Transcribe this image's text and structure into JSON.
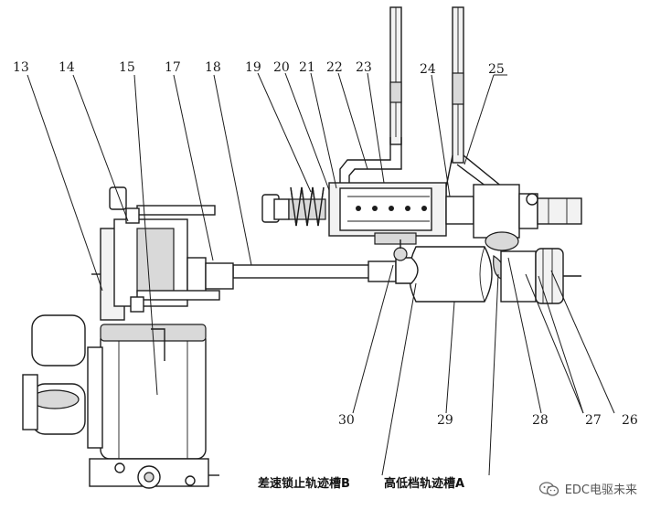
{
  "figure": {
    "part_numbers": {
      "n13": "13",
      "n14": "14",
      "n15": "15",
      "n17": "17",
      "n18": "18",
      "n19": "19",
      "n20": "20",
      "n21": "21",
      "n22": "22",
      "n23": "23",
      "n24": "24",
      "n25": "25",
      "n26": "26",
      "n27": "27",
      "n28": "28",
      "n29": "29",
      "n30": "30"
    },
    "captions": {
      "groove_b": "差速锁止轨迹槽B",
      "groove_a": "高低档轨迹槽A"
    }
  },
  "watermark": {
    "text": "EDC电驱未来",
    "icon": "wechat-icon"
  }
}
